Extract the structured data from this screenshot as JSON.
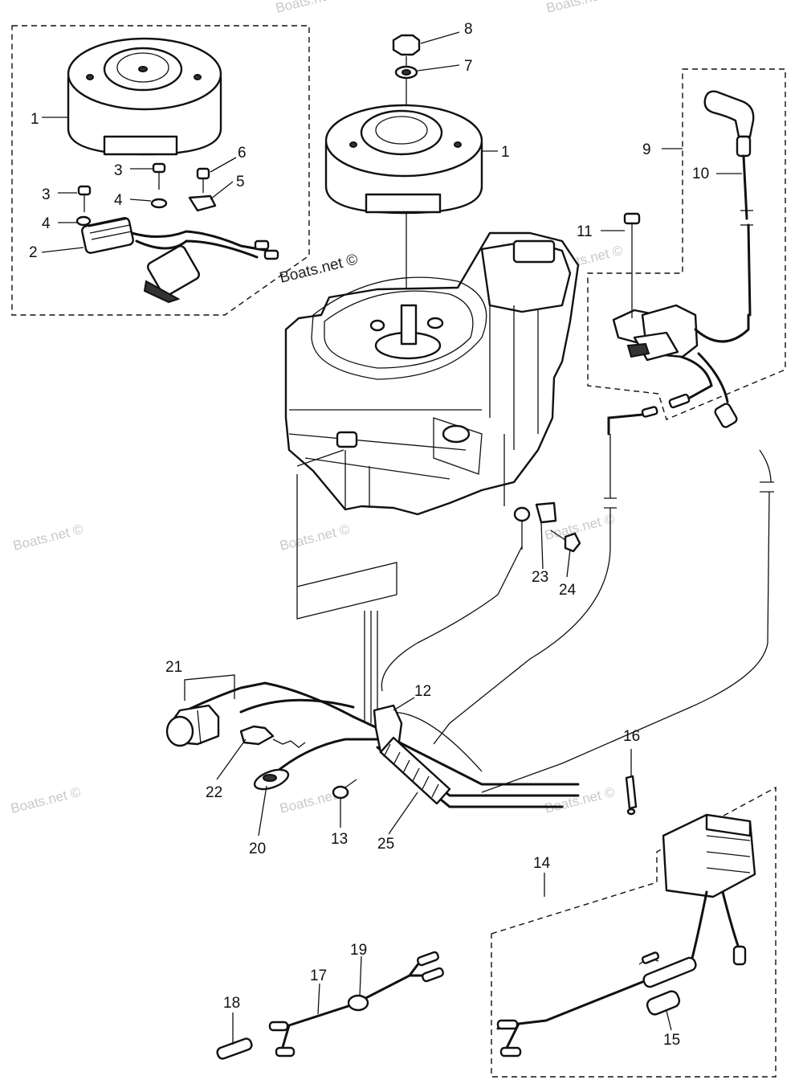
{
  "watermark": "Boats.net ©",
  "callouts": {
    "c1a": "1",
    "c1b": "1",
    "c2": "2",
    "c3a": "3",
    "c3b": "3",
    "c4a": "4",
    "c4b": "4",
    "c5": "5",
    "c6": "6",
    "c7": "7",
    "c8": "8",
    "c9": "9",
    "c10": "10",
    "c11": "11",
    "c12": "12",
    "c13": "13",
    "c14": "14",
    "c15": "15",
    "c16": "16",
    "c17": "17",
    "c18": "18",
    "c19": "19",
    "c20": "20",
    "c21": "21",
    "c22": "22",
    "c23": "23",
    "c24": "24",
    "c25": "25"
  }
}
